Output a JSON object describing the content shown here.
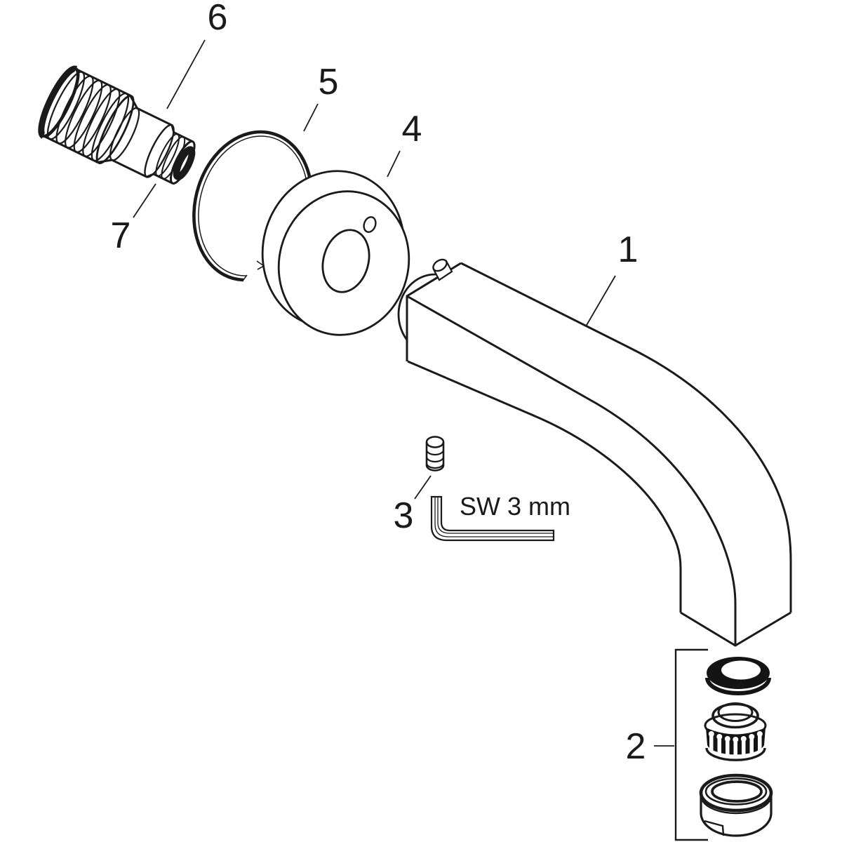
{
  "diagram": {
    "background": "#ffffff",
    "line_color": "#1a1a1a",
    "callouts": [
      {
        "label": "1",
        "part": "spout-body"
      },
      {
        "label": "2",
        "part": "aerator-set"
      },
      {
        "label": "3",
        "part": "set-screw"
      },
      {
        "label": "4",
        "part": "escutcheon"
      },
      {
        "label": "5",
        "part": "snap-ring"
      },
      {
        "label": "6",
        "part": "threaded-adapter"
      },
      {
        "label": "7",
        "part": "o-ring"
      }
    ],
    "tool_note": "SW 3 mm"
  }
}
